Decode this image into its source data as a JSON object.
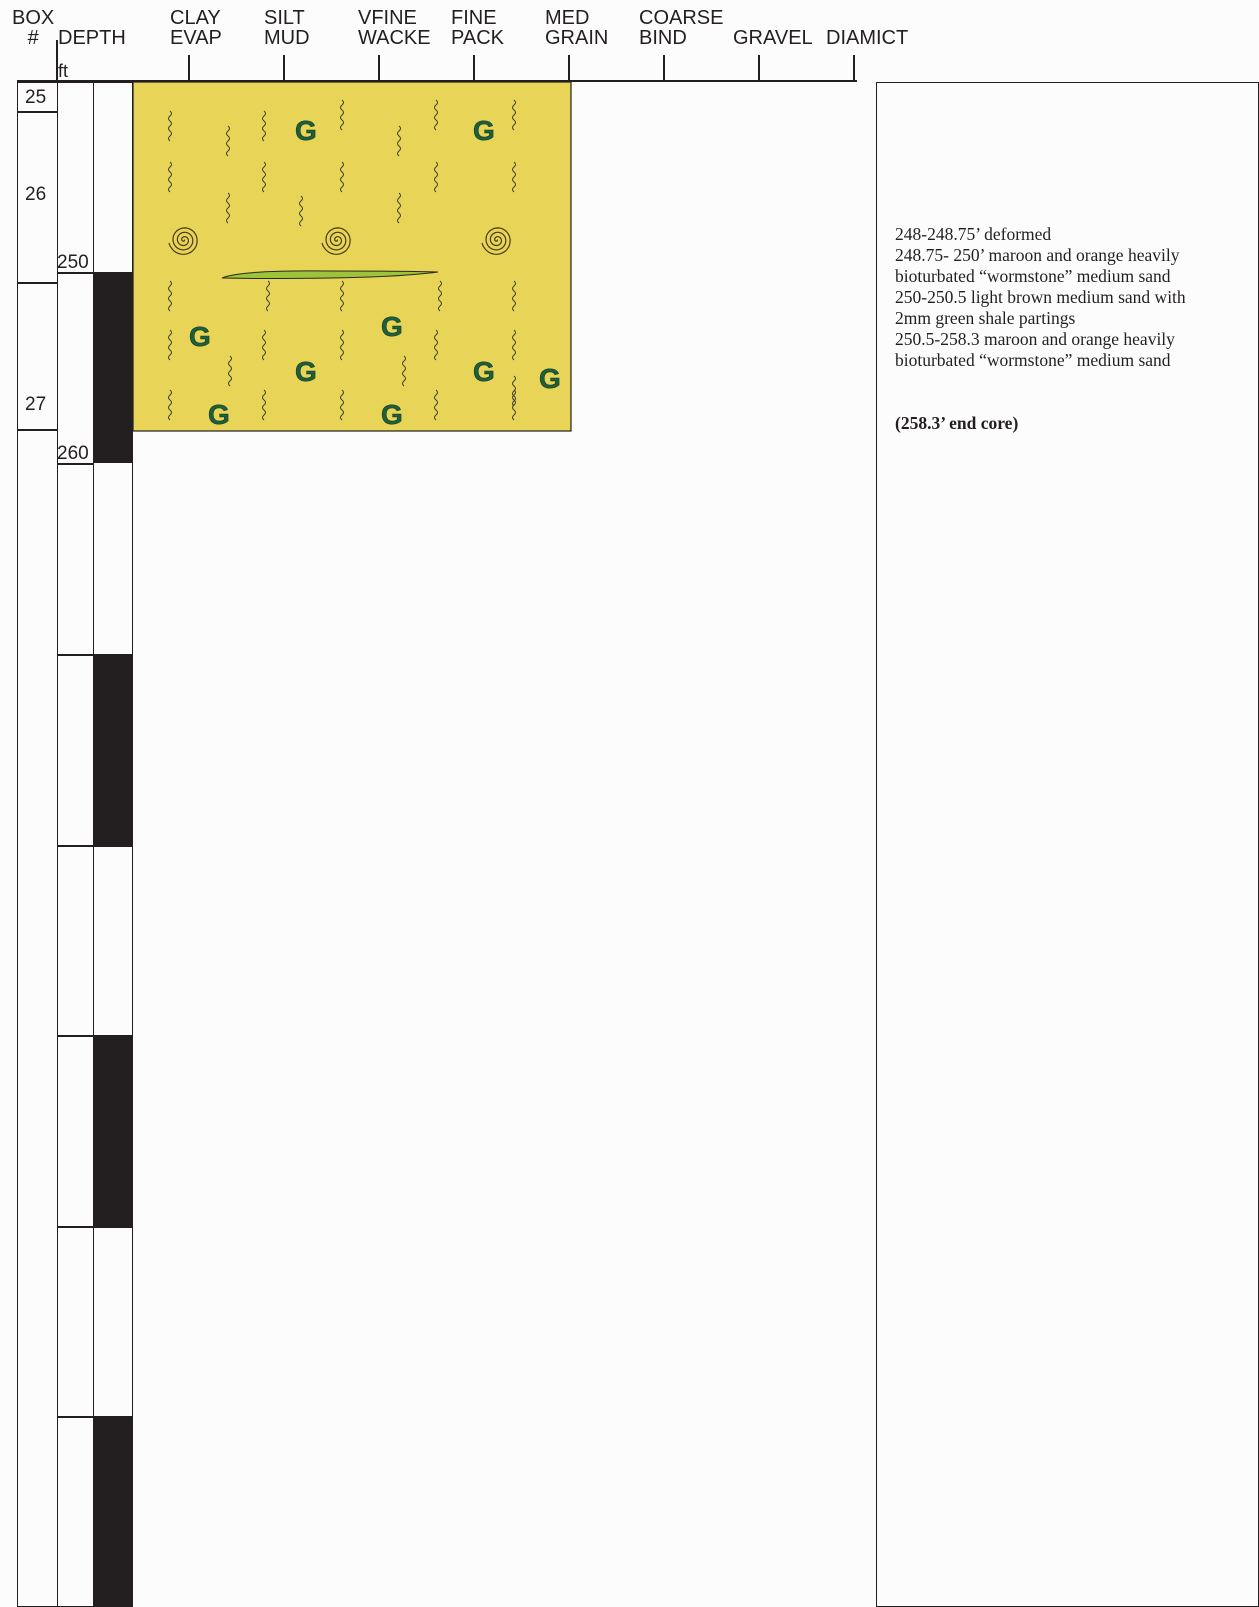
{
  "header": {
    "box": [
      "BOX",
      "#"
    ],
    "depth": "DEPTH",
    "depth_unit": "ft",
    "grain_columns": [
      [
        "CLAY",
        "EVAP"
      ],
      [
        "SILT",
        "MUD"
      ],
      [
        "VFINE",
        "WACKE"
      ],
      [
        "FINE",
        "PACK"
      ],
      [
        "MED",
        "GRAIN"
      ],
      [
        "COARSE",
        "BIND"
      ],
      [
        "GRAVEL",
        ""
      ],
      [
        "DIAMICT",
        ""
      ]
    ]
  },
  "boxes": [
    "25",
    "26",
    "27"
  ],
  "depth_labels": [
    "250",
    "260"
  ],
  "lithology": {
    "unit_fill": "#e8d457",
    "lens_color": "#9bc43c",
    "glauconite_symbol": "G",
    "glauconite_color": "#1f5e3a",
    "symbols": [
      "burrow-squiggle",
      "spiral-trace",
      "glauconite-G",
      "shale-lens"
    ]
  },
  "description": {
    "lines": [
      "248-248.75’ deformed",
      "248.75- 250’ maroon and orange heavily",
      "bioturbated “wormstone” medium sand",
      "250-250.5 light brown medium sand with",
      "2mm green shale partings",
      "250.5-258.3 maroon and orange heavily",
      "bioturbated “wormstone” medium sand"
    ],
    "end_note": "(258.3’ end core)"
  }
}
